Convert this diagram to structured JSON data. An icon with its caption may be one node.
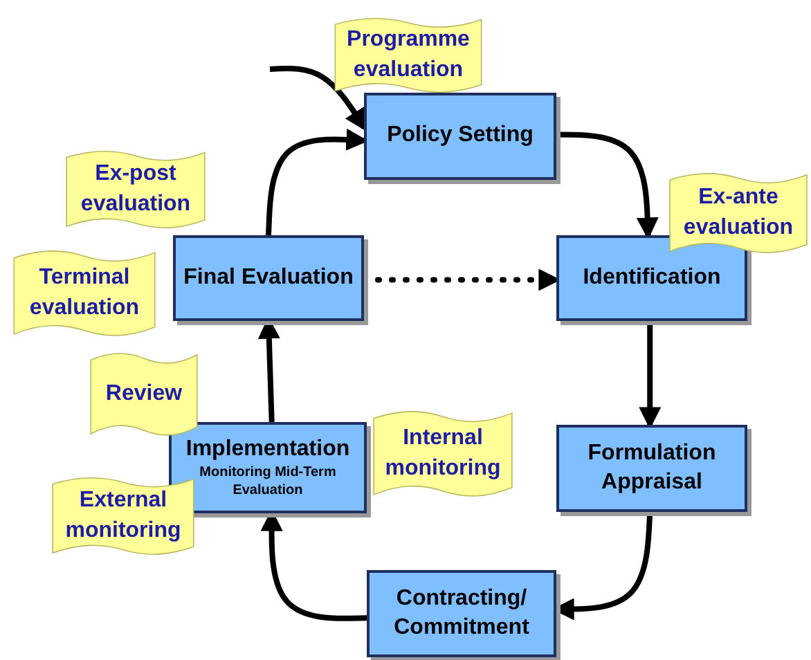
{
  "diagram": {
    "nodes": [
      {
        "text": [
          "Policy Setting"
        ]
      },
      {
        "text": [
          "Identification"
        ]
      },
      {
        "text": [
          "Formulation Appraisal"
        ]
      },
      {
        "text": [
          "Contracting/ Commitment"
        ]
      },
      {
        "text": [
          "Implementation",
          "Monitoring Mid-Term Evaluation"
        ]
      },
      {
        "text": [
          "Final Evaluation"
        ]
      },
      {
        "text": [
          "Programme evaluation"
        ]
      },
      {
        "text": [
          "Ex-ante evaluation"
        ]
      },
      {
        "text": [
          "Ex-post evaluation"
        ]
      },
      {
        "text": [
          "Terminal evaluation"
        ]
      },
      {
        "text": [
          "Review"
        ]
      },
      {
        "text": [
          "Internal monitoring"
        ]
      },
      {
        "text": [
          "External monitoring"
        ]
      }
    ],
    "edges": [
      {
        "from": 5,
        "to": 0,
        "arrow": "to"
      },
      {
        "from": 0,
        "to": 1,
        "arrow": "to"
      },
      {
        "from": 1,
        "to": 2,
        "arrow": "to"
      },
      {
        "from": 2,
        "to": 3,
        "arrow": "to"
      },
      {
        "from": 3,
        "to": 4,
        "arrow": "to"
      },
      {
        "from": 4,
        "to": 5,
        "arrow": "to"
      },
      {
        "from": 5,
        "to": 1,
        "arrow": "to",
        "style": "dashed"
      },
      {
        "from": null,
        "to": 0,
        "arrow": "to"
      }
    ]
  }
}
